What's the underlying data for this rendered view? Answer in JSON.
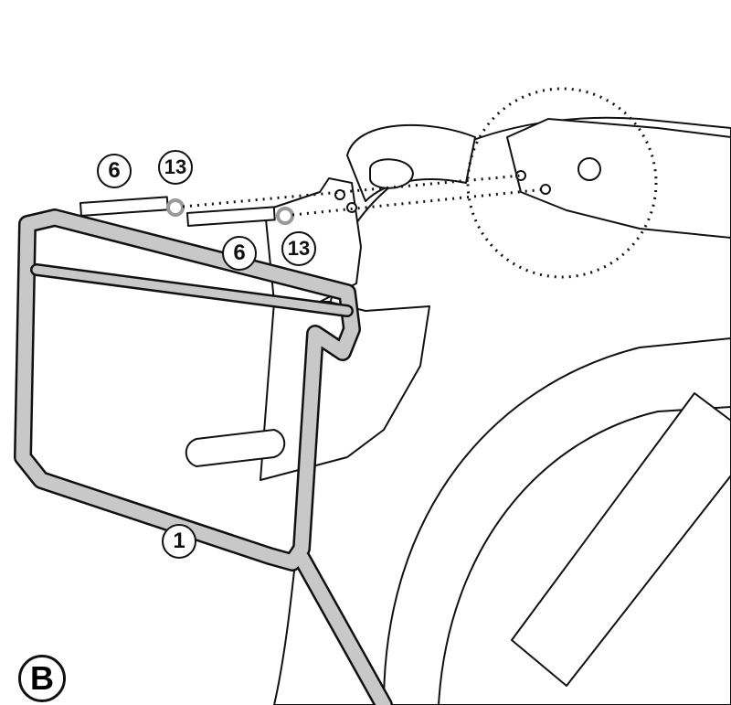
{
  "diagram": {
    "step_label": "B",
    "callouts": [
      {
        "id": "bolt-upper",
        "label": "6"
      },
      {
        "id": "washer-upper",
        "label": "13"
      },
      {
        "id": "bolt-lower",
        "label": "6"
      },
      {
        "id": "washer-lower",
        "label": "13"
      },
      {
        "id": "side-frame",
        "label": "1"
      }
    ],
    "colors": {
      "line": "#111111",
      "frame_fill": "#c8c8c8",
      "background": "#ffffff"
    }
  }
}
